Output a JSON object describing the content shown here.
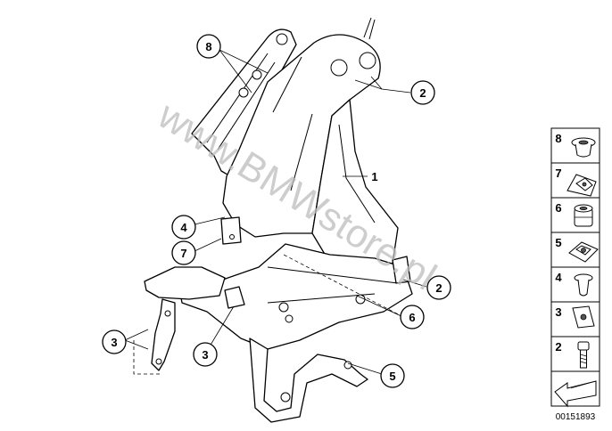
{
  "diagram": {
    "watermark": "www.BMWstore.pl",
    "catalog_number": "00151893",
    "callouts": [
      "8",
      "2",
      "1",
      "4",
      "7",
      "2",
      "6",
      "3",
      "3",
      "5"
    ],
    "sidebar_numbers": [
      "8",
      "7",
      "6",
      "5",
      "4",
      "3",
      "2"
    ]
  }
}
